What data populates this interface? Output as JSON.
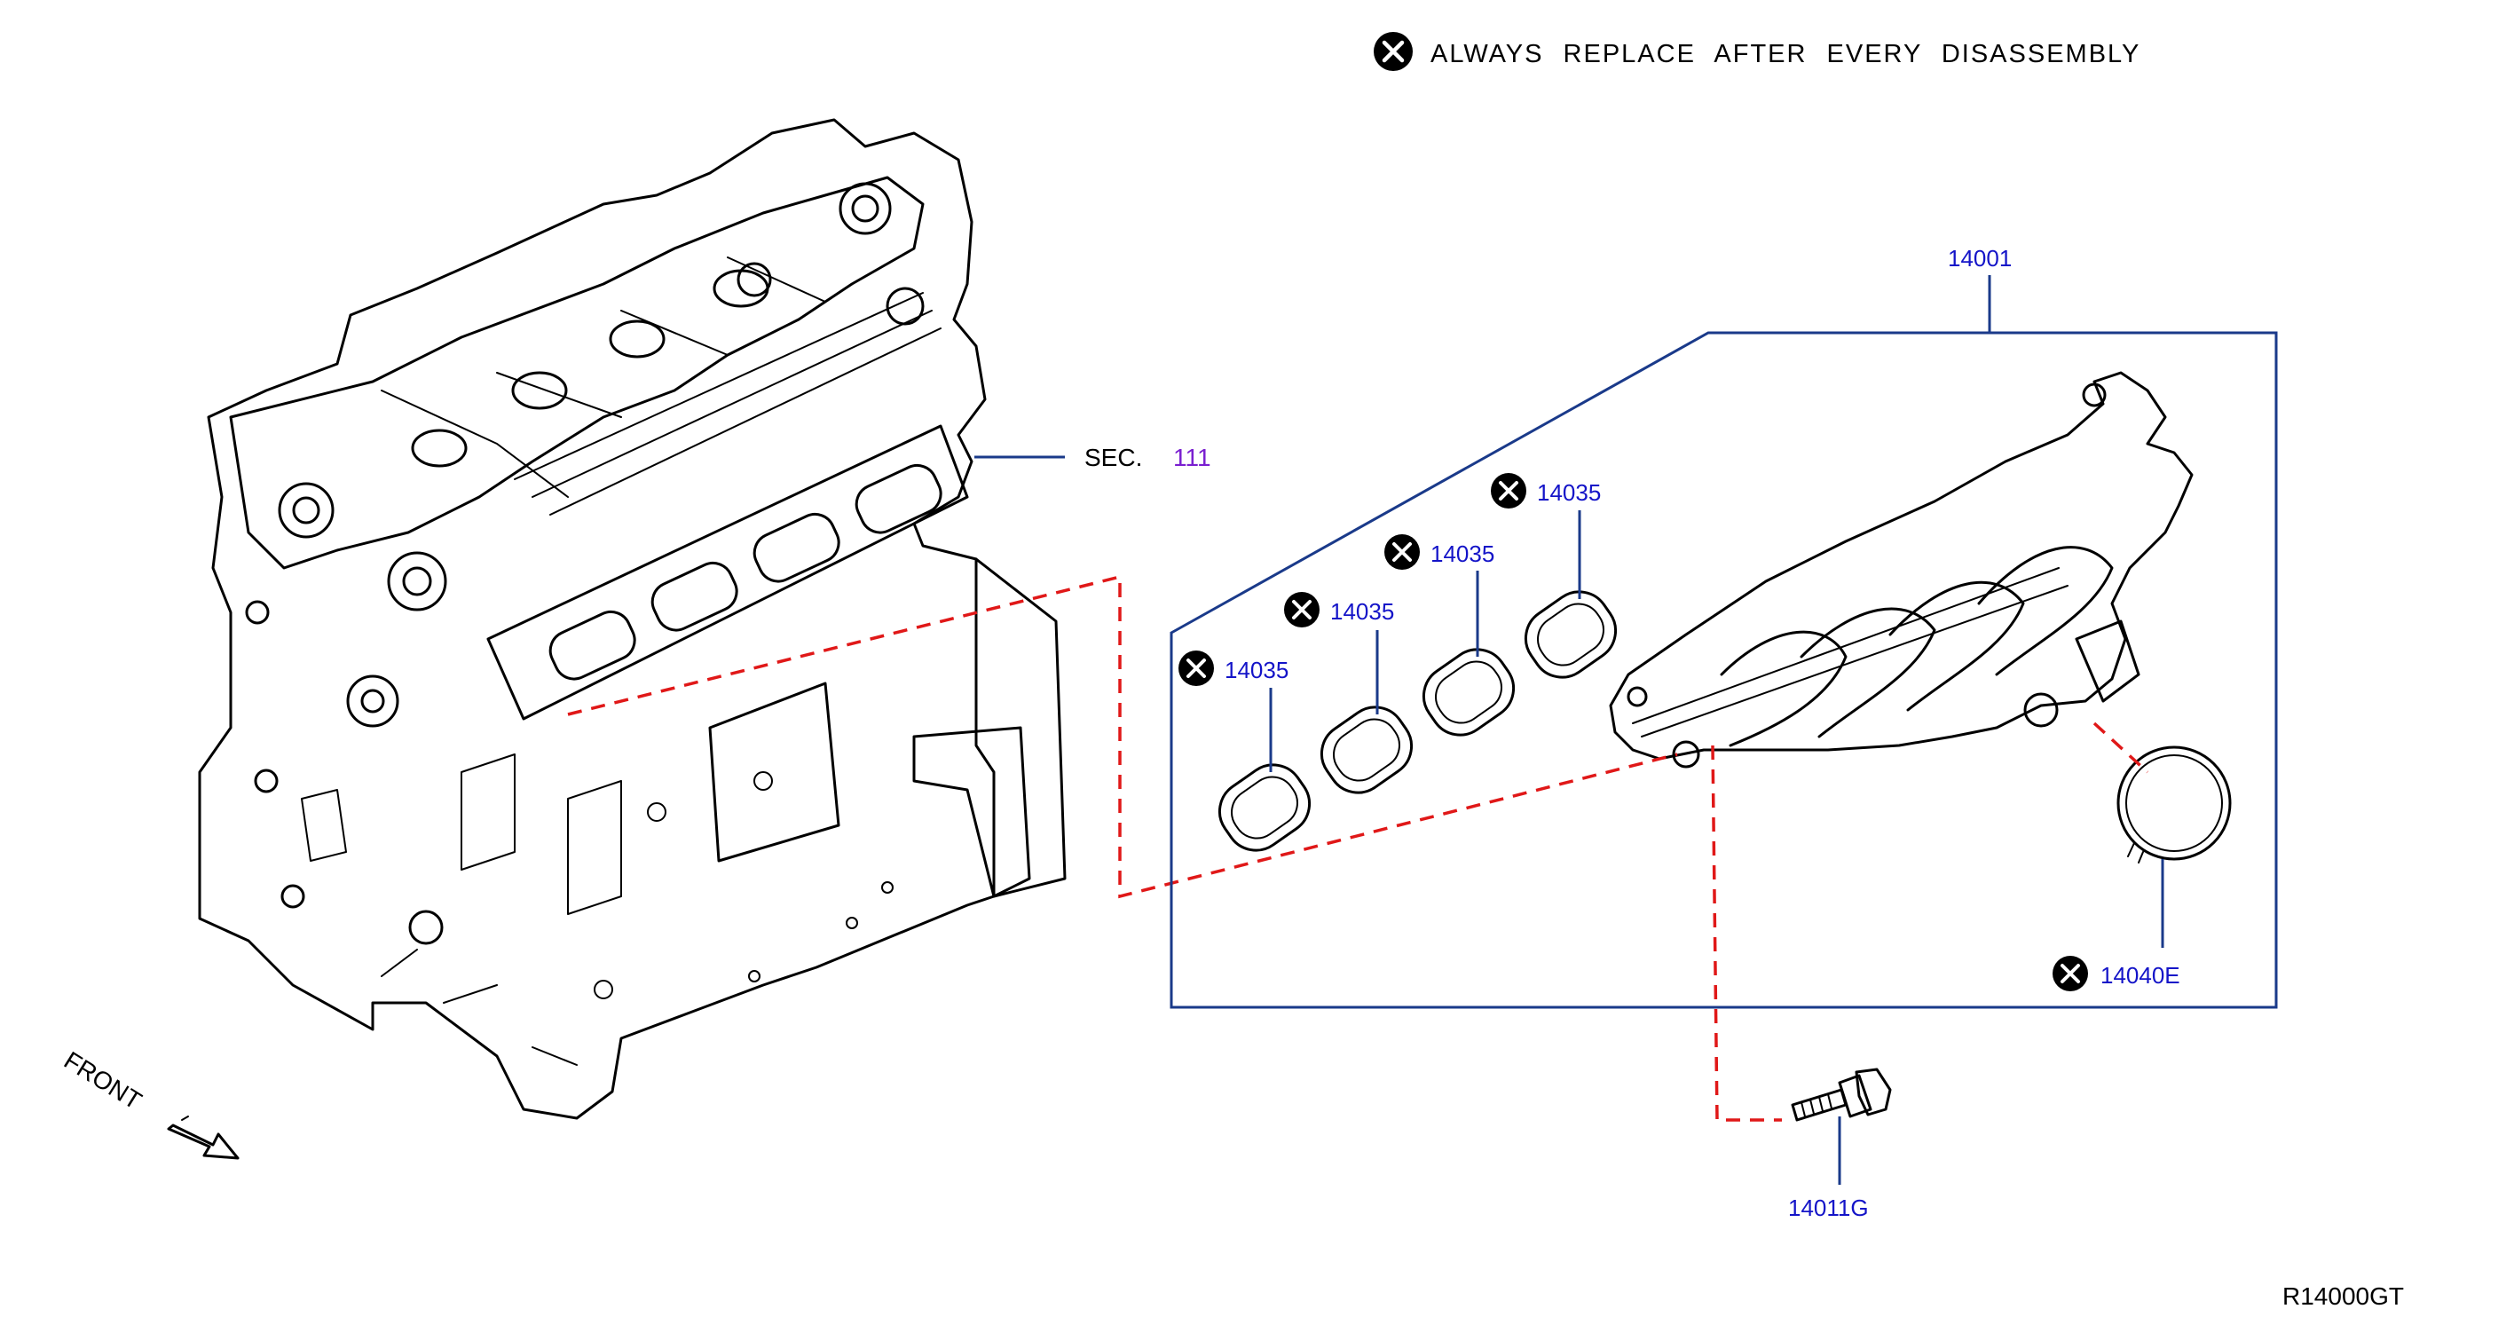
{
  "note": {
    "icon": "replace-x-icon",
    "text": "ALWAYS REPLACE AFTER EVERY DISASSEMBLY"
  },
  "section_ref": {
    "prefix": "SEC.",
    "number": "111"
  },
  "direction_label": "FRONT",
  "diagram_code": "R14000GT",
  "parts": {
    "manifold": "14001",
    "gasket_1": "14035",
    "gasket_2": "14035",
    "gasket_3": "14035",
    "gasket_4": "14035",
    "ring_gasket": "14040E",
    "bolt": "14011G"
  },
  "colors": {
    "part_label": "#1414c8",
    "section_number": "#7a1fd0",
    "leader": "#1a3a8a",
    "dashed_reference": "#e01818",
    "line_art": "#000000"
  }
}
